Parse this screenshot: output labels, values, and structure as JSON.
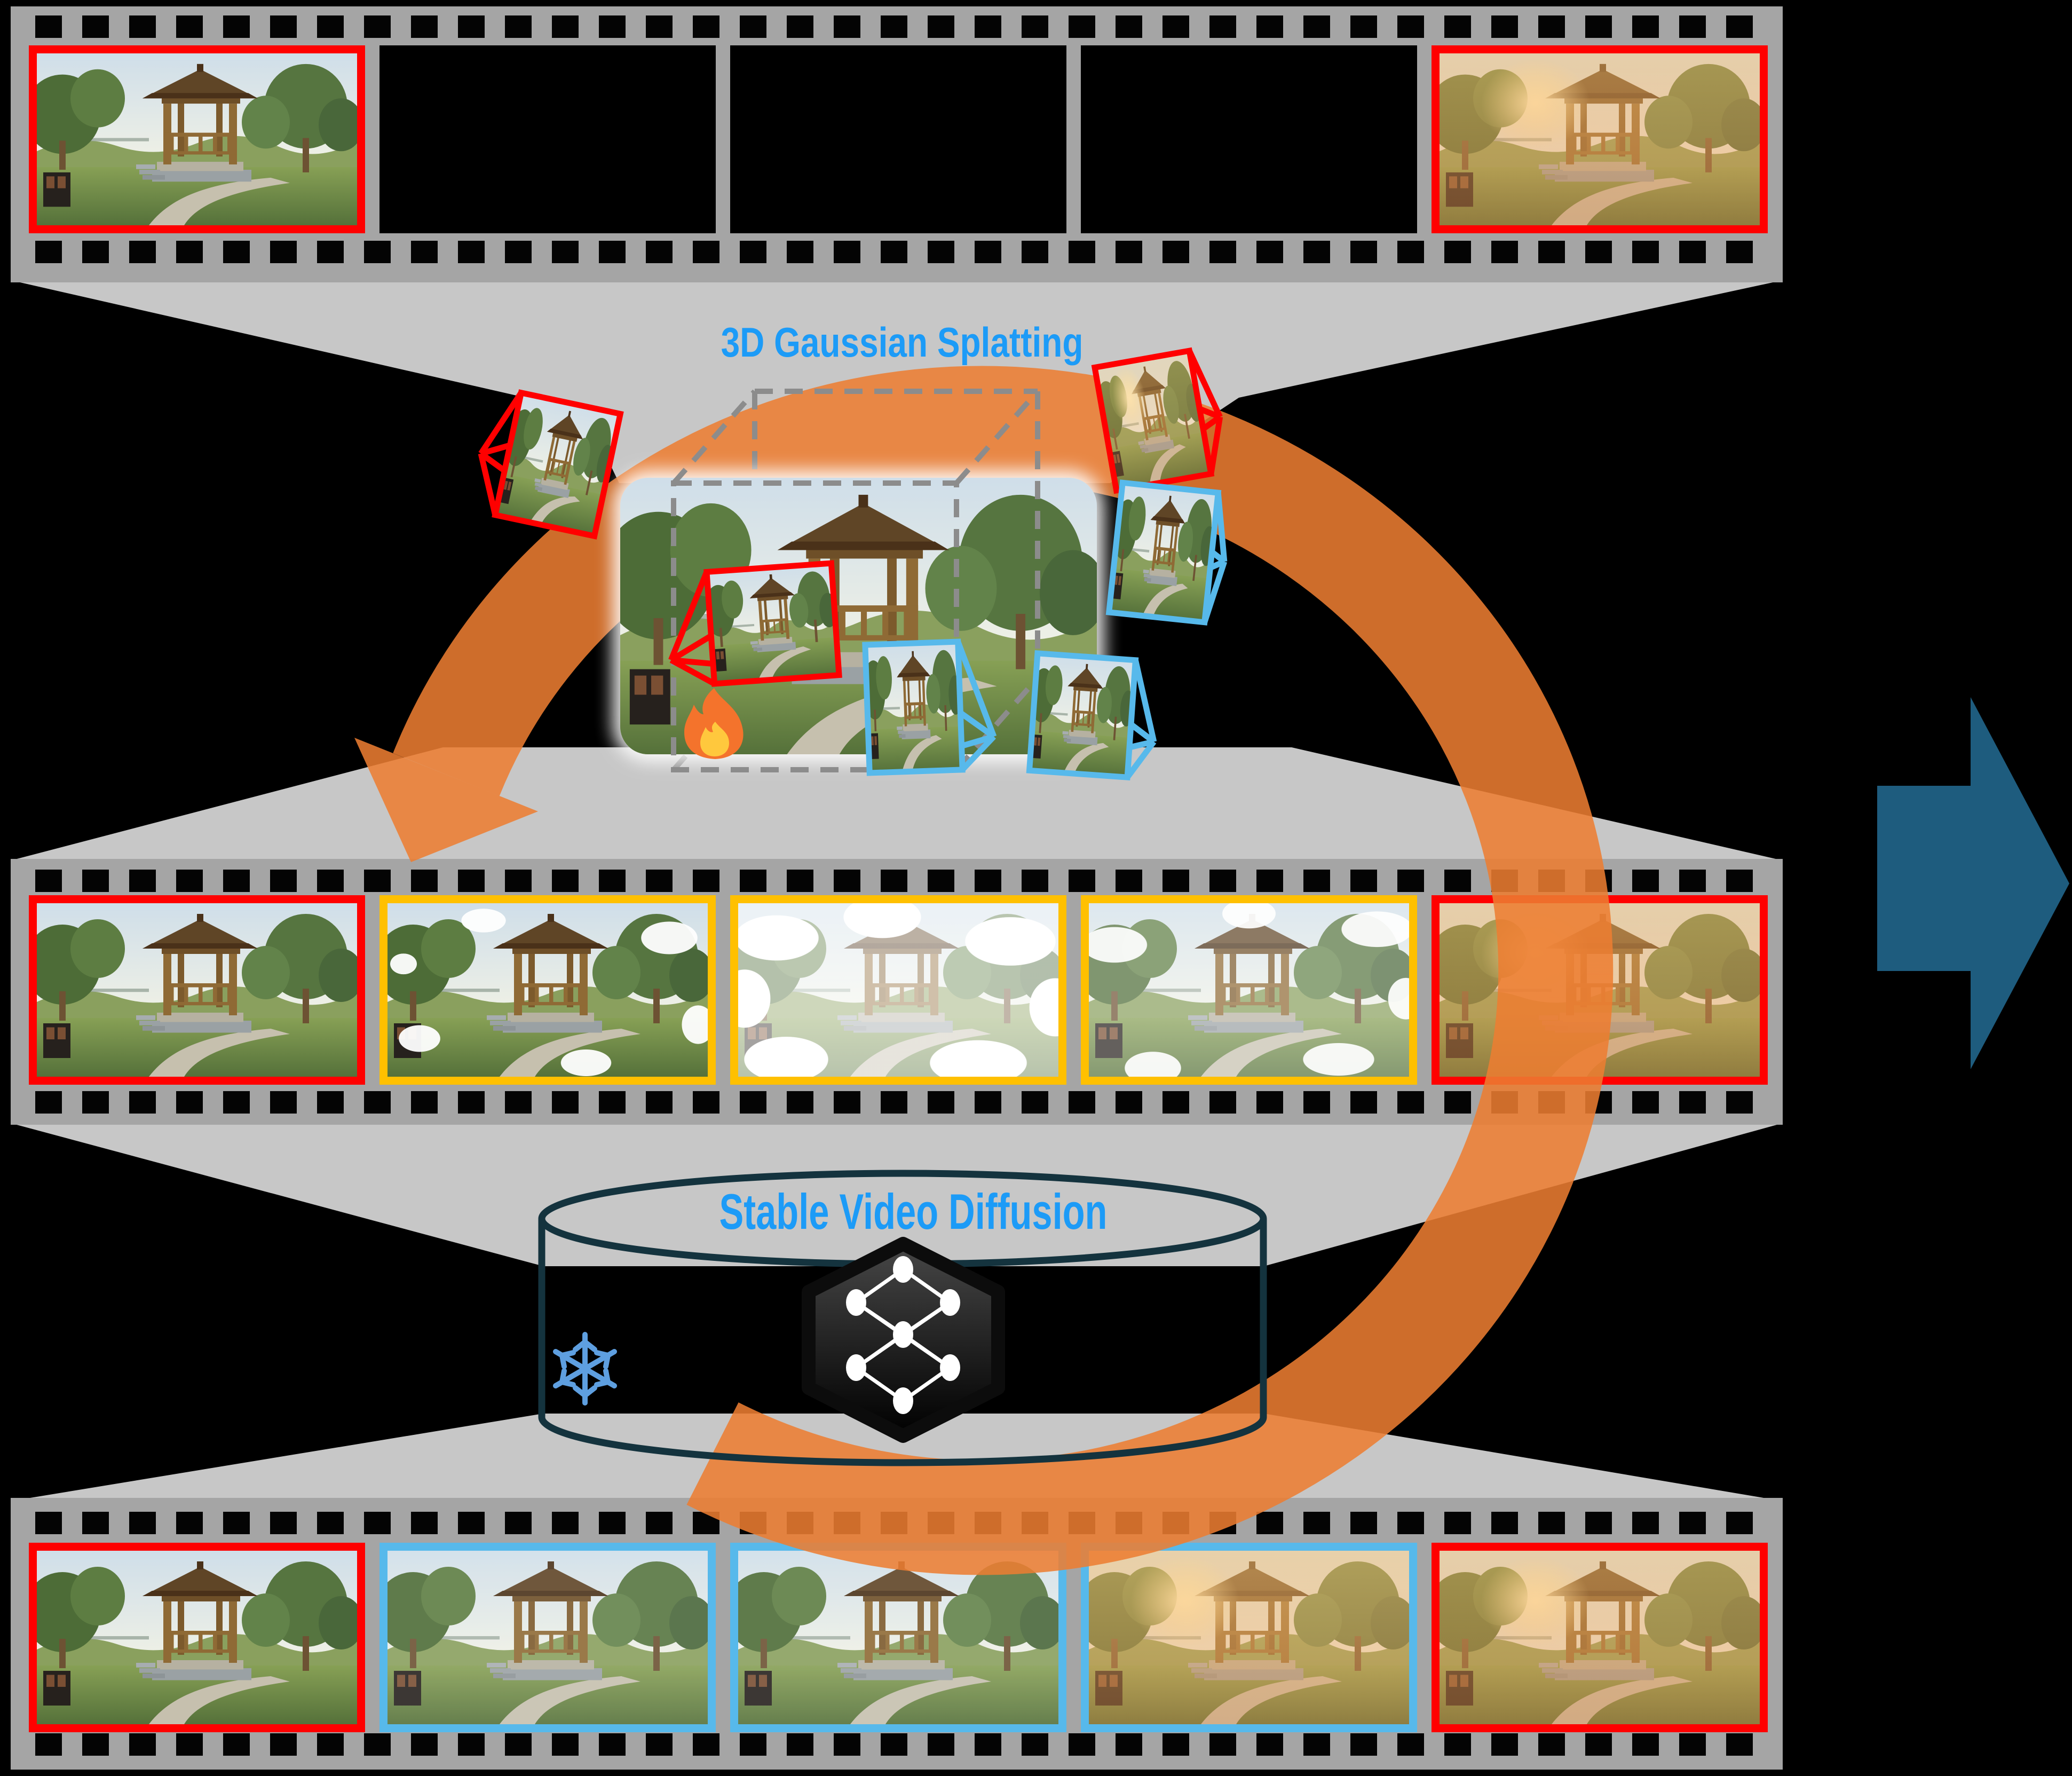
{
  "figure": {
    "stage1_label": "3D Gaussian Splatting",
    "stage2_label": "Stable Video Diffusion"
  },
  "colors": {
    "bg": "#000000",
    "film-gray": "#A5A5A5",
    "funnel-gray": "#C7C7C7",
    "hole-black": "#040404",
    "accent-blue": "#1C9BF7",
    "ring-orange": "#ED7D31",
    "arrow-teal": "#1E5C7E",
    "frame-red": "#FF0000",
    "frame-yellow": "#FFC000",
    "frame-blue": "#57B9EB",
    "dash-gray": "#8C8C8C",
    "cylinder-ink": "#14333E",
    "snow-blue": "#5E9FE0",
    "fire-orange": "#F4732C",
    "fire-yellow": "#FFC83D"
  },
  "film_strips": [
    {
      "id": "input-video",
      "frames": [
        {
          "border": "red",
          "scene": "day"
        },
        {
          "border": "none",
          "scene": "empty"
        },
        {
          "border": "none",
          "scene": "empty"
        },
        {
          "border": "none",
          "scene": "empty"
        },
        {
          "border": "red",
          "scene": "sunrise"
        }
      ]
    },
    {
      "id": "gaussian-rendered-video",
      "frames": [
        {
          "border": "red",
          "scene": "day"
        },
        {
          "border": "yellow",
          "scene": "render-light"
        },
        {
          "border": "yellow",
          "scene": "render-heavy"
        },
        {
          "border": "yellow",
          "scene": "render-medium"
        },
        {
          "border": "red",
          "scene": "sunrise"
        }
      ]
    },
    {
      "id": "diffusion-refined-video",
      "frames": [
        {
          "border": "red",
          "scene": "day"
        },
        {
          "border": "blue",
          "scene": "refined"
        },
        {
          "border": "blue",
          "scene": "refined"
        },
        {
          "border": "blue",
          "scene": "refined-sunrise"
        },
        {
          "border": "red",
          "scene": "sunrise"
        }
      ]
    }
  ],
  "icons": {
    "fire": "fire-icon",
    "snowflake": "snowflake-icon",
    "neural_network": "neural-network-icon",
    "cycle_arrow": "cycle-arrow-icon",
    "output_arrow": "right-arrow-icon"
  }
}
